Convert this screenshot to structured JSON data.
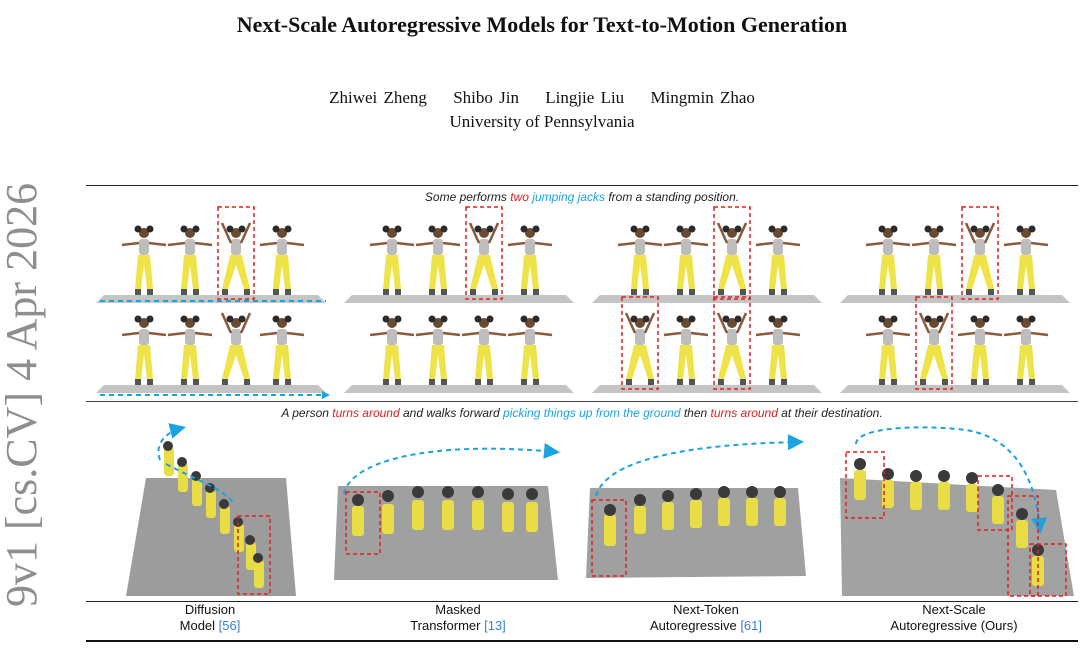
{
  "sidebar": {
    "arxiv_text": "9v1  [cs.CV]  4 Apr 2026"
  },
  "title": "Next-Scale Autoregressive Models for Text-to-Motion Generation",
  "authors": [
    "Zhiwei Zheng",
    "Shibo Jin",
    "Lingjie Liu",
    "Mingmin Zhao"
  ],
  "affiliation": "University of Pennsylvania",
  "figure": {
    "top_prompt": {
      "before": "Some performs ",
      "red1": "two",
      "mid": " ",
      "blue1": "jumping jacks",
      "after": " from a standing position."
    },
    "bottom_prompt": {
      "p1": "A person ",
      "red1": "turns around",
      "p2": " and walks forward ",
      "blue1": "picking things up from the ground",
      "p3": " then ",
      "red2": "turns around",
      "p4": " at their destination."
    },
    "methods": [
      {
        "line1": "Diffusion",
        "line2": "Model ",
        "cite": "[56]"
      },
      {
        "line1": "Masked",
        "line2": "Transformer ",
        "cite": "[13]"
      },
      {
        "line1": "Next-Token",
        "line2": "Autoregressive ",
        "cite": "[61]"
      },
      {
        "line1": "Next-Scale",
        "line2": "Autoregressive (Ours)",
        "cite": ""
      }
    ],
    "colors": {
      "highlight_red": "#e02020",
      "highlight_blue": "#1aa3e0",
      "floor": "#9a9a9a",
      "pants": "#f0e64a"
    }
  }
}
